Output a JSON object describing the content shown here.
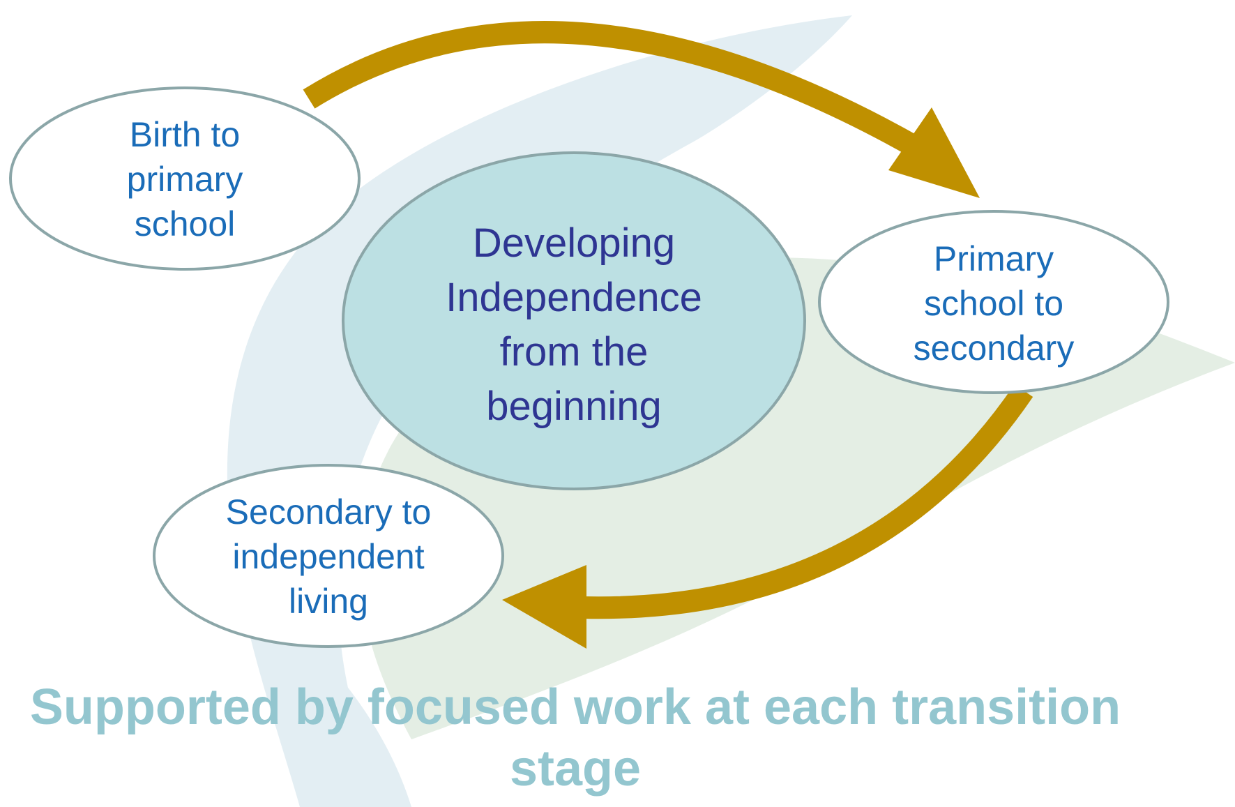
{
  "diagram": {
    "center": {
      "lines": [
        "Developing",
        "Independence",
        "from the",
        "beginning"
      ]
    },
    "nodes": [
      {
        "id": "birth-to-primary",
        "lines": [
          "Birth to",
          "primary",
          "school"
        ]
      },
      {
        "id": "primary-to-secondary",
        "lines": [
          "Primary",
          "school to",
          "secondary"
        ]
      },
      {
        "id": "secondary-to-independent",
        "lines": [
          "Secondary to",
          "independent",
          "living"
        ]
      }
    ],
    "footer": {
      "lines": [
        "Supported by focused work at each transition",
        "stage"
      ]
    },
    "colors": {
      "arrow": "#bf9000",
      "center_fill": "#bce0e3",
      "node_fill": "#ffffff",
      "node_stroke": "#8ba6a8",
      "node_text": "#1a6cb8",
      "center_text": "#2e3592",
      "footer_text": "#93c6cf",
      "leaf_blue": "#e3eef3",
      "leaf_green": "#e4eee4"
    }
  }
}
